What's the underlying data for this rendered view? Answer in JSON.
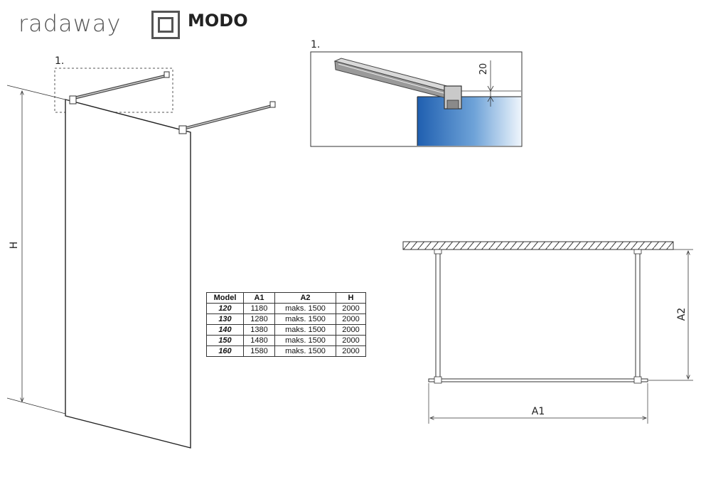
{
  "brand": {
    "name": "radaway",
    "model": "MODO"
  },
  "detail": {
    "label": "1.",
    "dimension": "20"
  },
  "main": {
    "detail_ref": "1.",
    "height_label": "H"
  },
  "plan": {
    "width_label": "A1",
    "depth_label": "A2"
  },
  "spec_table": {
    "headers": [
      "Model",
      "A1",
      "A2",
      "H"
    ],
    "rows": [
      [
        "120",
        "1180",
        "maks. 1500",
        "2000"
      ],
      [
        "130",
        "1280",
        "maks. 1500",
        "2000"
      ],
      [
        "140",
        "1380",
        "maks. 1500",
        "2000"
      ],
      [
        "150",
        "1480",
        "maks. 1500",
        "2000"
      ],
      [
        "160",
        "1580",
        "maks. 1500",
        "2000"
      ]
    ]
  },
  "colors": {
    "line": "#222222",
    "water_dark": "#1f5fb0",
    "water_light": "#e6f0fa",
    "hatch": "#333333"
  }
}
